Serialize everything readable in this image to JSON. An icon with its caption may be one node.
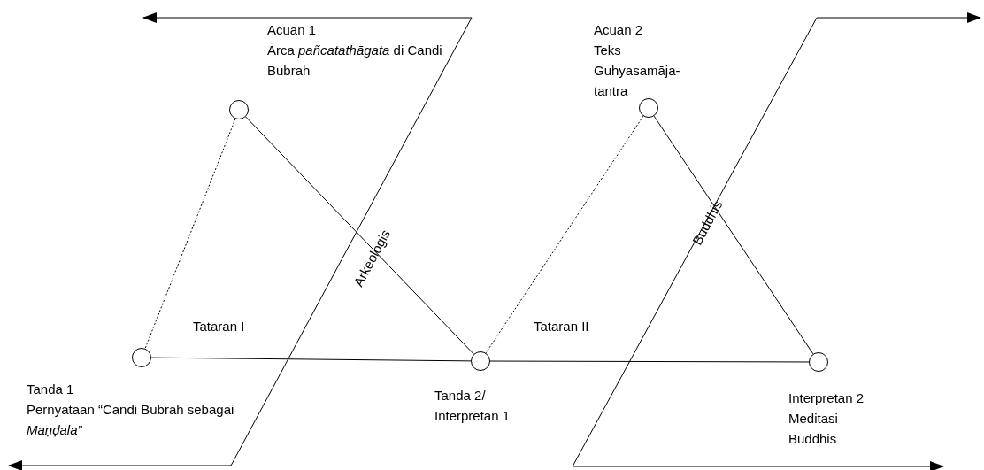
{
  "diagram": {
    "nodes": [
      {
        "text": [],
        "shape": "circle",
        "beside": [
          "Acuan 1",
          "Arca *pañcatathāgata* di Candi Bubrah"
        ]
      },
      {
        "text": [],
        "shape": "circle",
        "beside": [
          "Tanda 1",
          "Pernyataan “Candi Bubrah sebagai *Maṇḍala”*"
        ]
      },
      {
        "text": [],
        "shape": "circle",
        "beside": [
          "Tanda 2/",
          "Interpretan 1"
        ]
      },
      {
        "text": [],
        "shape": "circle",
        "beside": [
          "Acuan 2",
          "Teks Guhyasamāja-tantra"
        ]
      },
      {
        "text": [],
        "shape": "circle",
        "beside": [
          "Interpretan 2",
          "Meditasi Buddhis"
        ]
      }
    ],
    "edges": [
      {
        "from": 0,
        "to": 1,
        "arrow": "none",
        "style": "dashed"
      },
      {
        "from": 0,
        "to": 2,
        "arrow": "none"
      },
      {
        "from": 1,
        "to": 2,
        "arrow": "none"
      },
      {
        "from": 3,
        "to": 2,
        "arrow": "none",
        "style": "dashed"
      },
      {
        "from": 3,
        "to": 4,
        "arrow": "none"
      },
      {
        "from": 2,
        "to": 4,
        "arrow": "none"
      }
    ],
    "labels": [
      "Arkeologis",
      "Buddhis",
      "Tataran I",
      "Tataran II"
    ]
  }
}
